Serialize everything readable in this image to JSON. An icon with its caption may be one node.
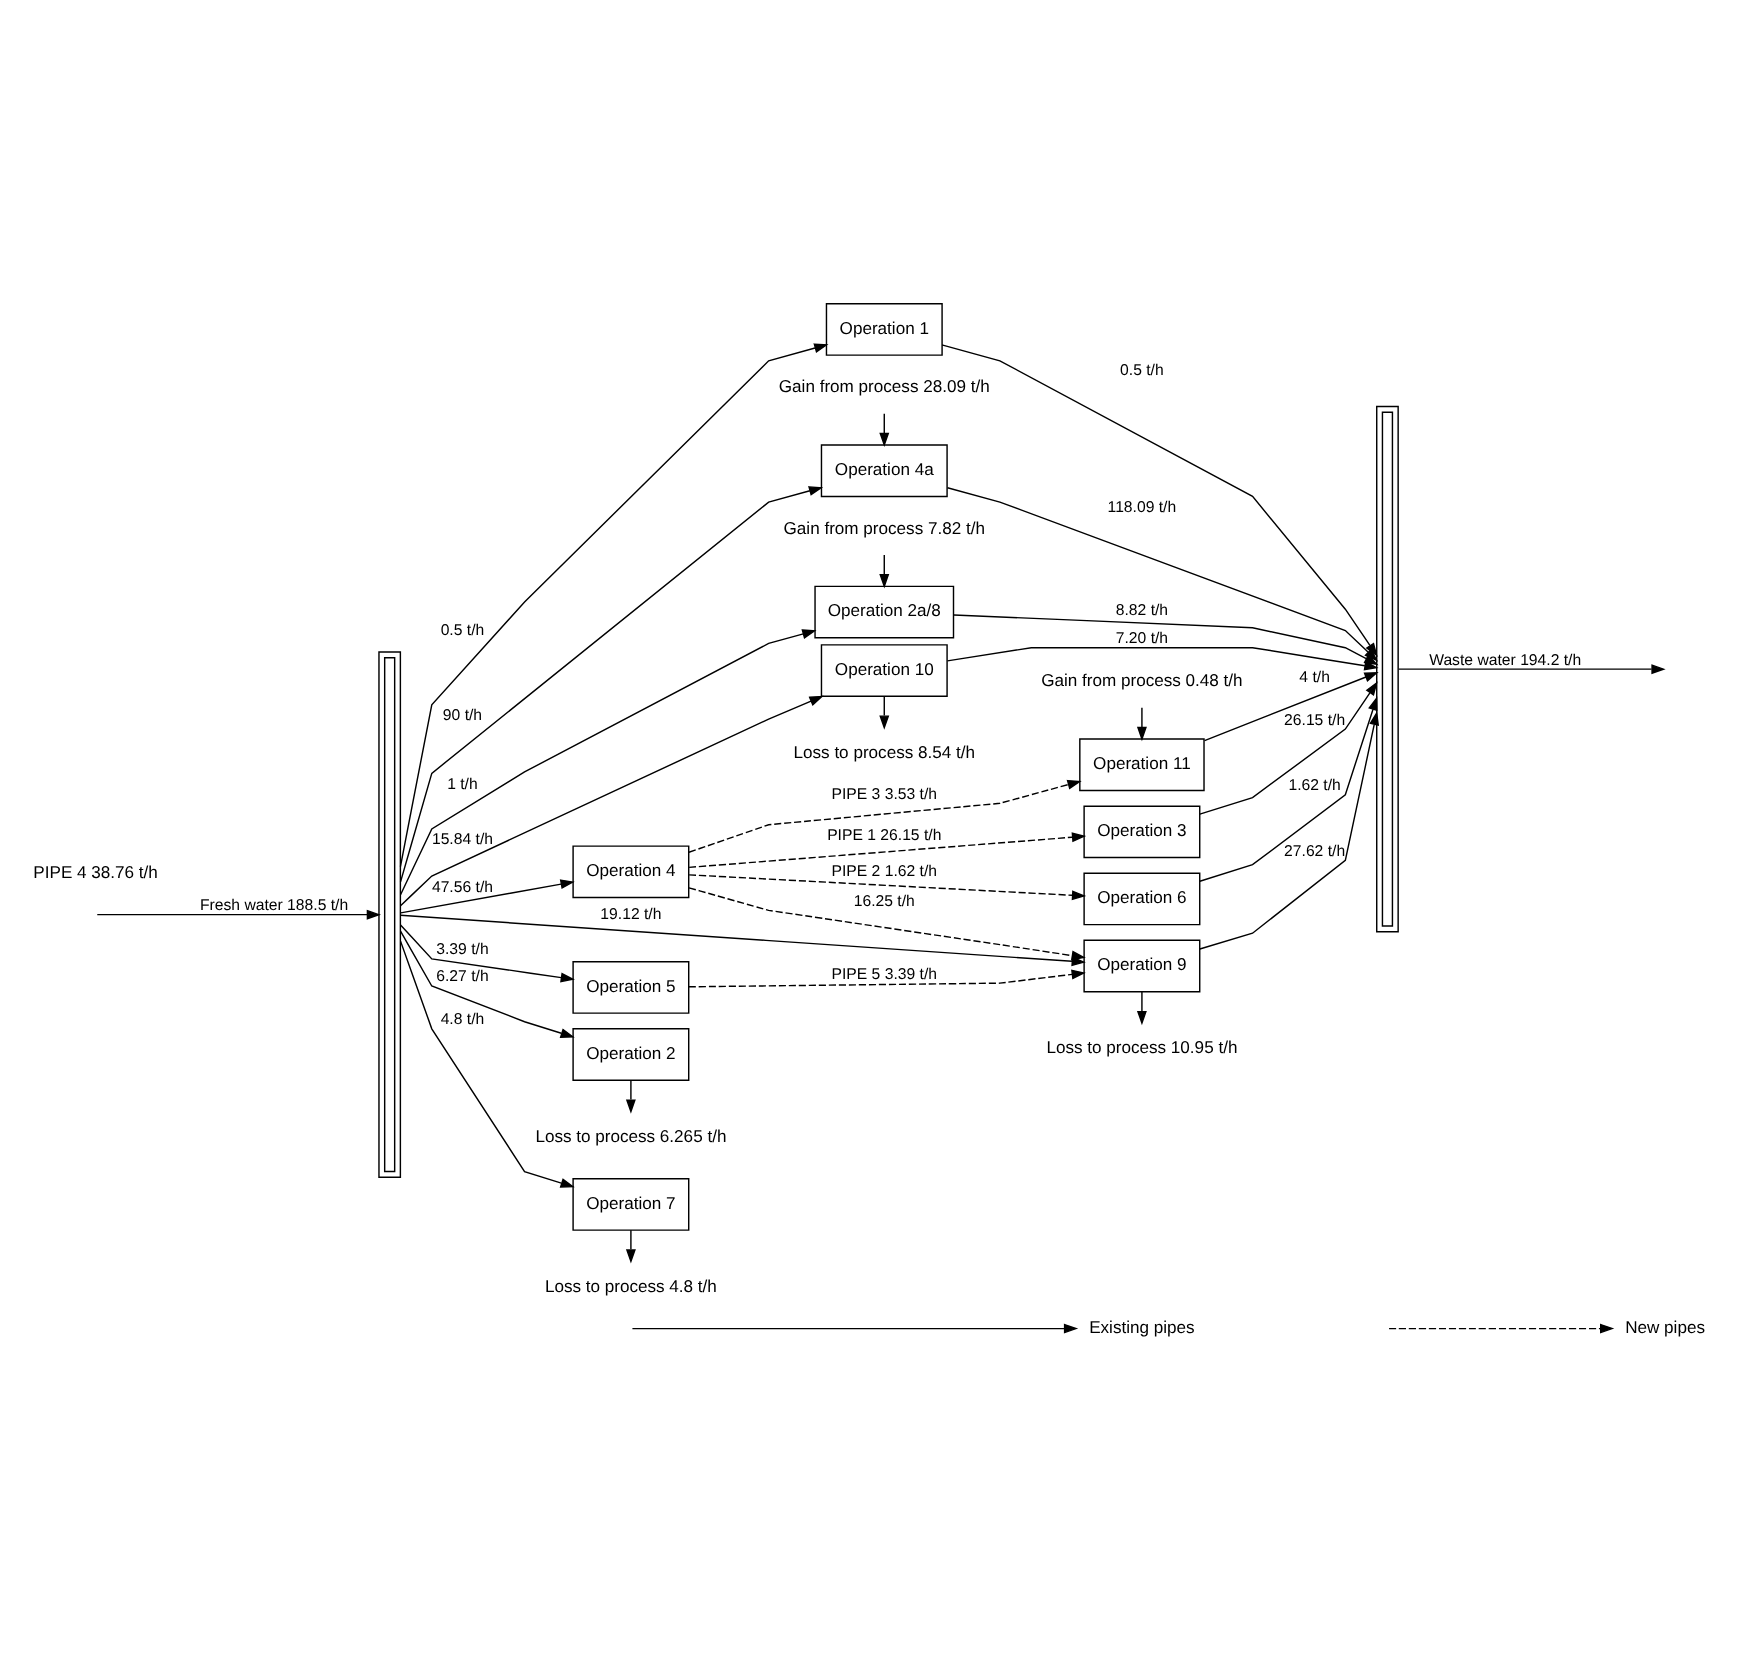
{
  "diagram": {
    "nodes": [
      {
        "text": [],
        "shape": "bar"
      },
      {
        "text": [],
        "shape": "bar"
      },
      {
        "text": [
          "Operation 1"
        ]
      },
      {
        "text": [
          "Operation 2"
        ]
      },
      {
        "text": [
          "Operation 7"
        ]
      },
      {
        "text": [
          "Operation 4"
        ]
      },
      {
        "text": [
          "Operation 4a"
        ]
      },
      {
        "text": [
          "Operation 5"
        ]
      },
      {
        "text": [
          "Operation 2a/8"
        ]
      },
      {
        "text": [
          "Operation 10"
        ]
      },
      {
        "text": [
          "Operation 3"
        ]
      },
      {
        "text": [
          "Operation 6"
        ]
      },
      {
        "text": [
          "Operation 11"
        ]
      },
      {
        "text": [
          "Operation 9"
        ]
      },
      {
        "text": [
          "Loss to process 6.265 t/h"
        ]
      },
      {
        "text": [
          "Loss to process 4.8 t/h"
        ]
      },
      {
        "text": [
          "Gain from process 0.48 t/h"
        ]
      },
      {
        "text": [
          "Loss to process 10.95 t/h"
        ]
      },
      {
        "text": [
          "Gain from process 28.09 t/h"
        ]
      },
      {
        "text": [
          "Gain from process 7.82 t/h"
        ]
      },
      {
        "text": [
          "Loss to process 8.54 t/h"
        ]
      }
    ],
    "edges": [
      {
        "from": null,
        "to": 0,
        "arrow": "to",
        "label": "Fresh water 188.5 t/h"
      },
      {
        "from": 0,
        "to": 2,
        "arrow": "to",
        "label": "0.5 t/h"
      },
      {
        "from": 0,
        "to": 3,
        "arrow": "to",
        "label": "6.27 t/h"
      },
      {
        "from": 0,
        "to": 4,
        "arrow": "to",
        "label": "4.8 t/h"
      },
      {
        "from": 0,
        "to": 5,
        "arrow": "to",
        "label": "47.56 t/h"
      },
      {
        "from": 0,
        "to": 13,
        "arrow": "to",
        "label": "19.12 t/h"
      },
      {
        "from": 0,
        "to": 6,
        "arrow": "to",
        "label": "90 t/h"
      },
      {
        "from": 0,
        "to": 7,
        "arrow": "to",
        "label": "3.39 t/h"
      },
      {
        "from": 0,
        "to": 8,
        "arrow": "to",
        "label": "1 t/h"
      },
      {
        "from": 0,
        "to": 9,
        "arrow": "to",
        "label": "15.84 t/h"
      },
      {
        "from": 3,
        "to": 14,
        "arrow": "to"
      },
      {
        "from": 4,
        "to": 15,
        "arrow": "to"
      },
      {
        "from": 16,
        "to": 12,
        "arrow": "to"
      },
      {
        "from": 13,
        "to": 17,
        "arrow": "to"
      },
      {
        "from": 18,
        "to": 6,
        "arrow": "to"
      },
      {
        "from": 19,
        "to": 8,
        "arrow": "to"
      },
      {
        "from": 9,
        "to": 20,
        "arrow": "to"
      },
      {
        "from": 5,
        "to": 10,
        "arrow": "to",
        "label": "PIPE 1 26.15 t/h",
        "style": "dashed"
      },
      {
        "from": 5,
        "to": 11,
        "arrow": "to",
        "label": "PIPE 2 1.62 t/h",
        "style": "dashed"
      },
      {
        "from": 5,
        "to": 12,
        "arrow": "to",
        "label": "PIPE 3 3.53 t/h",
        "style": "dashed"
      },
      {
        "from": 5,
        "to": 13,
        "arrow": "to",
        "label": "16.25 t/h",
        "style": "dashed"
      },
      {
        "from": 7,
        "to": 13,
        "arrow": "to",
        "label": "PIPE 5 3.39 t/h",
        "style": "dashed"
      },
      {
        "from": 2,
        "to": 1,
        "arrow": "to",
        "label": "0.5 t/h"
      },
      {
        "from": 10,
        "to": 1,
        "arrow": "to",
        "label": "26.15 t/h"
      },
      {
        "from": 11,
        "to": 1,
        "arrow": "to",
        "label": "1.62 t/h"
      },
      {
        "from": 12,
        "to": 1,
        "arrow": "to",
        "label": "4 t/h"
      },
      {
        "from": 13,
        "to": 1,
        "arrow": "to",
        "label": "27.62 t/h"
      },
      {
        "from": 6,
        "to": 1,
        "arrow": "to",
        "label": "118.09 t/h"
      },
      {
        "from": 8,
        "to": 1,
        "arrow": "to",
        "label": "8.82 t/h"
      },
      {
        "from": 9,
        "to": 1,
        "arrow": "to",
        "label": "7.20 t/h"
      },
      {
        "from": 1,
        "to": null,
        "arrow": "to",
        "label": "Waste water 194.2 t/h"
      }
    ],
    "labels": [
      "PIPE 4 38.76 t/h"
    ],
    "legend": [
      {
        "text": "Existing pipes"
      },
      {
        "text": "New pipes"
      }
    ]
  }
}
